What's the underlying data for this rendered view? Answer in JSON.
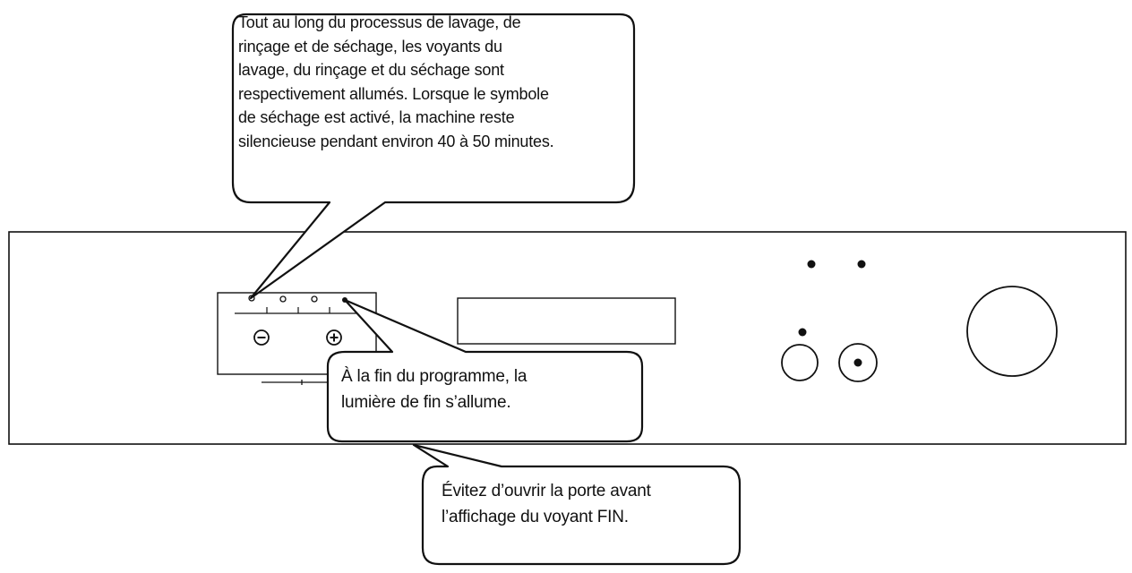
{
  "callouts": {
    "cycle_indicators": {
      "lines": [
        "Tout au long du processus de lavage, de",
        "rinçage et de séchage, les voyants du",
        "lavage, du rinçage et du séchage sont",
        "respectivement allumés. Lorsque le symbole",
        "de séchage est activé, la machine reste",
        "silencieuse pendant environ 40 à 50 minutes."
      ]
    },
    "end_light": {
      "lines": [
        "À la fin du programme, la",
        "lumière de fin s’allume."
      ]
    },
    "door_warning": {
      "lines": [
        "Évitez d’ouvrir la porte avant",
        "l’affichage du voyant FIN."
      ]
    }
  },
  "panel_buttons": {
    "minus_symbol": "⊖",
    "plus_symbol": "⊕"
  },
  "colors": {
    "stroke": "#111111",
    "background": "#ffffff"
  }
}
